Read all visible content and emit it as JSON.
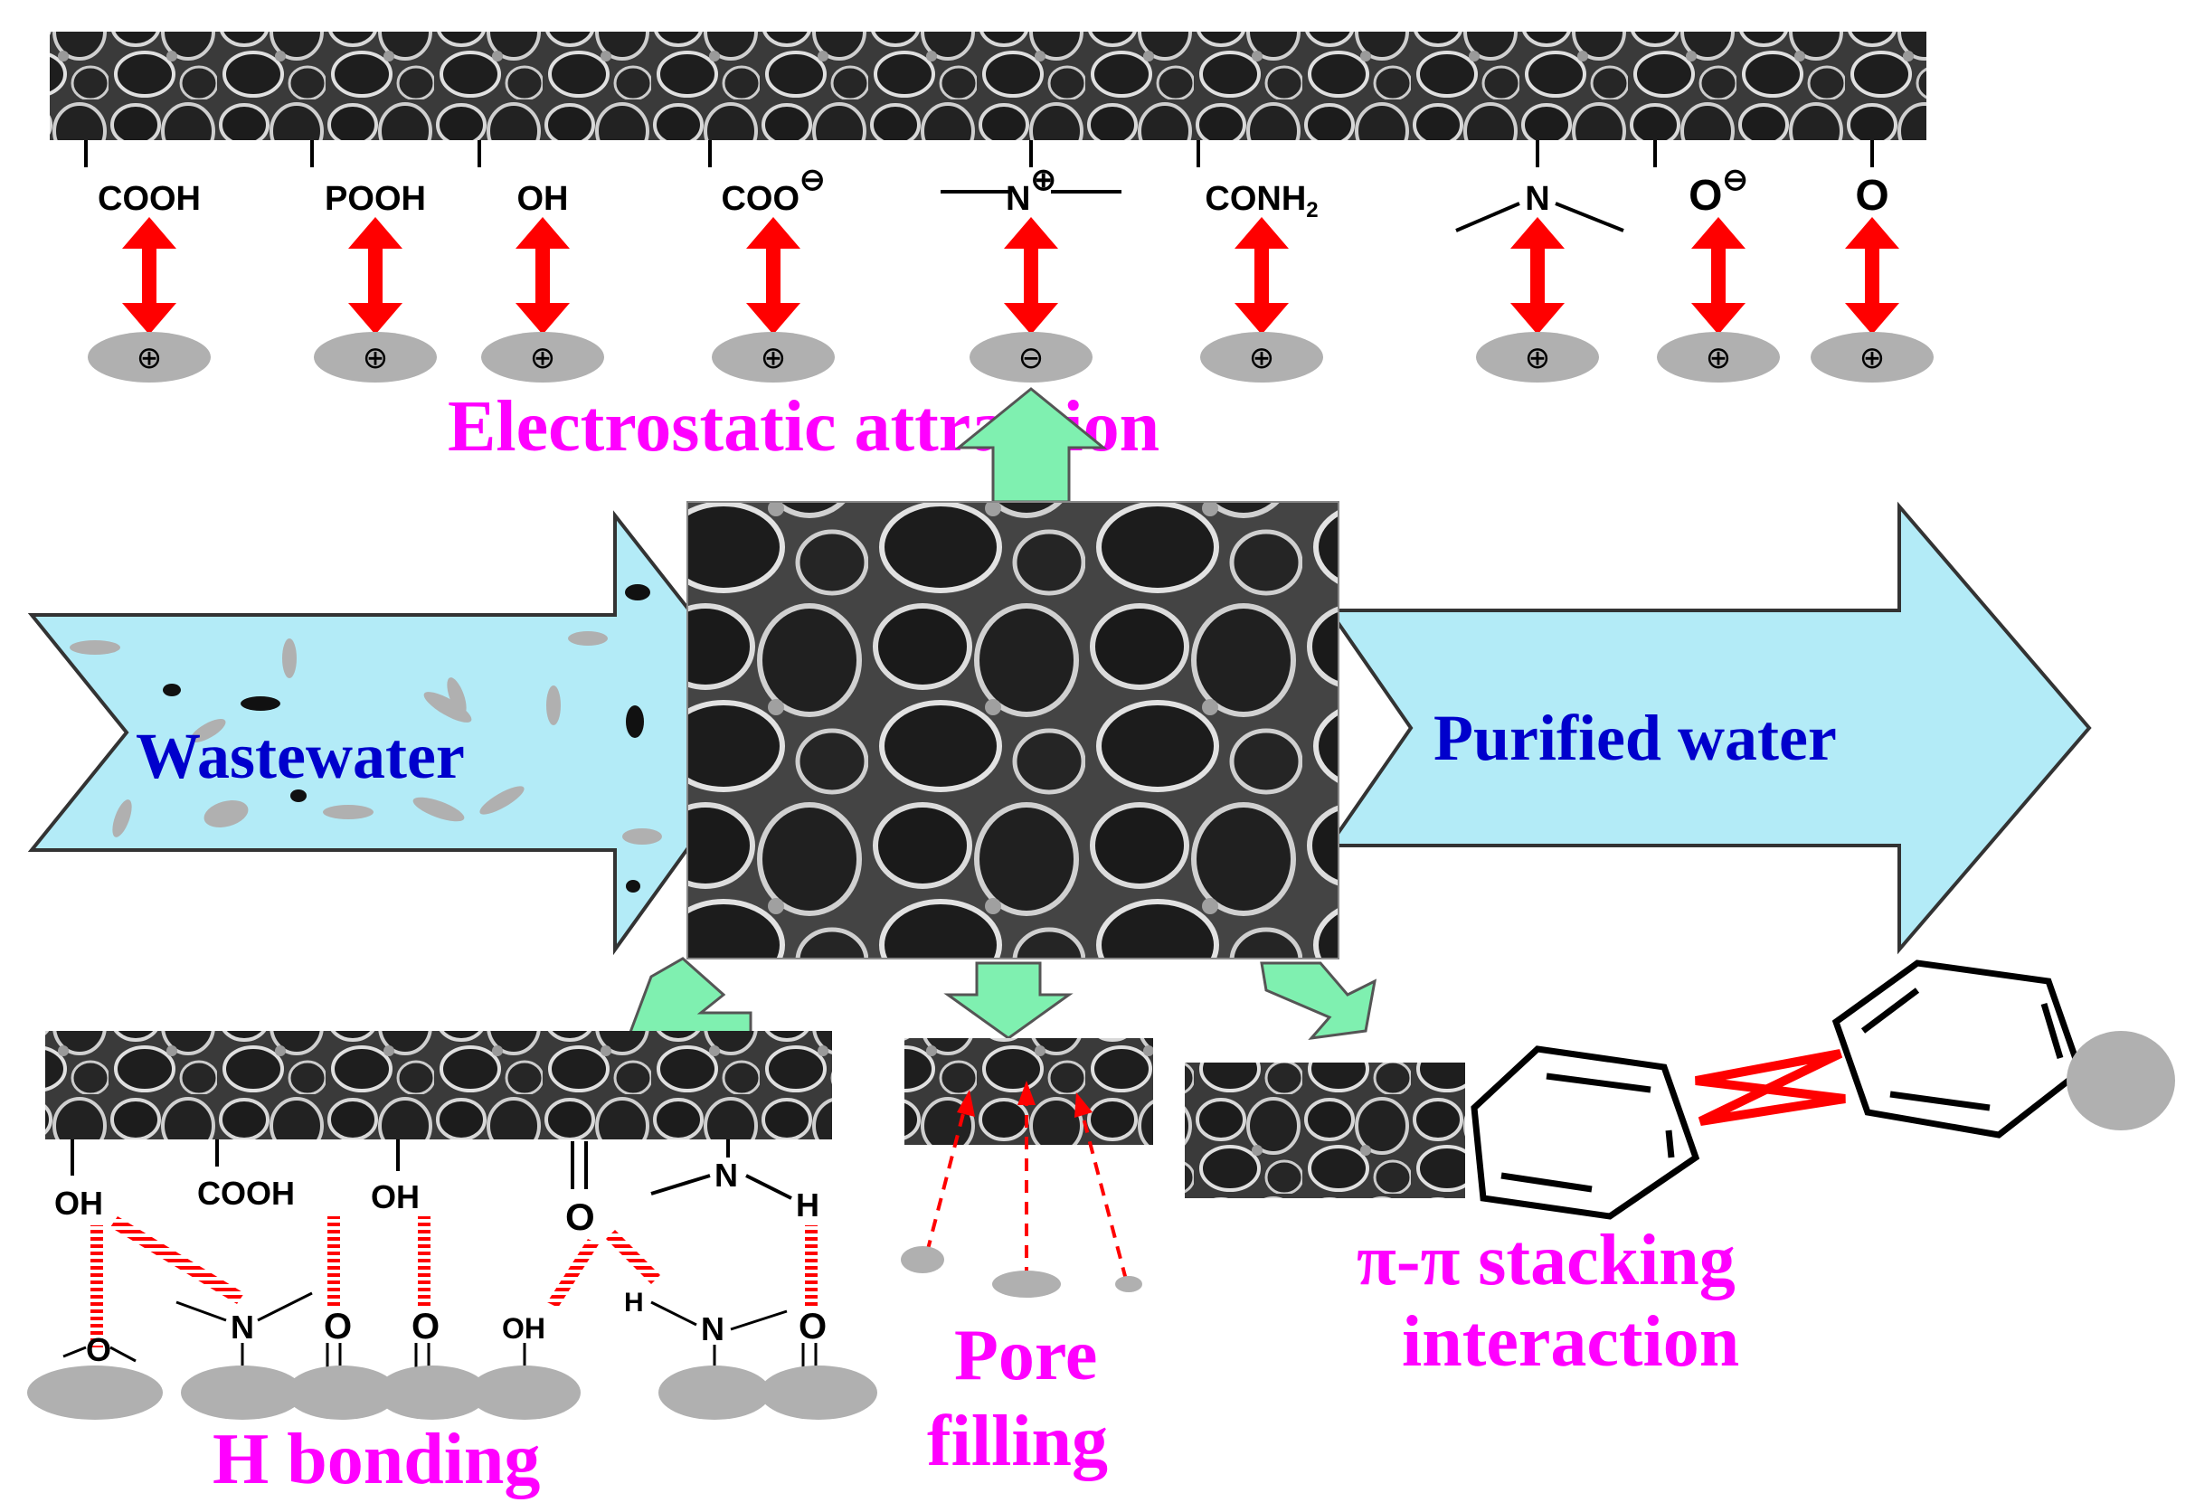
{
  "labels": {
    "wastewater": "Wastewater",
    "purified": "Purified water",
    "electrostatic": "Electrostatic attraction",
    "h_bonding": "H bonding",
    "pore_line1": "Pore",
    "pore_line2": "filling",
    "pi_line1": "π-π stacking",
    "pi_line2": "interaction"
  },
  "electrostatic_groups": [
    {
      "text": "COOH",
      "sup": "",
      "charge": "⊕"
    },
    {
      "text": "POOH",
      "sup": "",
      "charge": "⊕"
    },
    {
      "text": "OH",
      "sup": "",
      "charge": "⊕"
    },
    {
      "text": "COO",
      "sup": "⊖",
      "charge": "⊕"
    },
    {
      "text": "N",
      "sup": "⊕",
      "charge": "⊖"
    },
    {
      "text": "CONH",
      "sub": "2",
      "charge": "⊕"
    },
    {
      "text": "N",
      "sup": "",
      "charge": "⊕"
    },
    {
      "text": "O",
      "sup": "⊖",
      "charge": "⊕"
    },
    {
      "text": "O",
      "sup": "",
      "charge": "⊕"
    }
  ],
  "hbond_labels": {
    "oh1": "OH",
    "cooh": "COOH",
    "oh2": "OH",
    "o_top": "O",
    "n_top": "N",
    "h_top": "H",
    "o_ether": "O",
    "n_mid": "N",
    "o_c1": "O",
    "o_c2": "O",
    "oh3": "OH",
    "h_mid": "H",
    "n_bot": "N",
    "o_c3": "O"
  },
  "colors": {
    "arrow_fill": "#b3ebf7",
    "green_arrow": "#7ff0b0",
    "title_magenta": "#ff00ff",
    "water_text": "#0000cc",
    "bond_red": "#ff0000",
    "particle_gray": "#b0b0b0"
  }
}
